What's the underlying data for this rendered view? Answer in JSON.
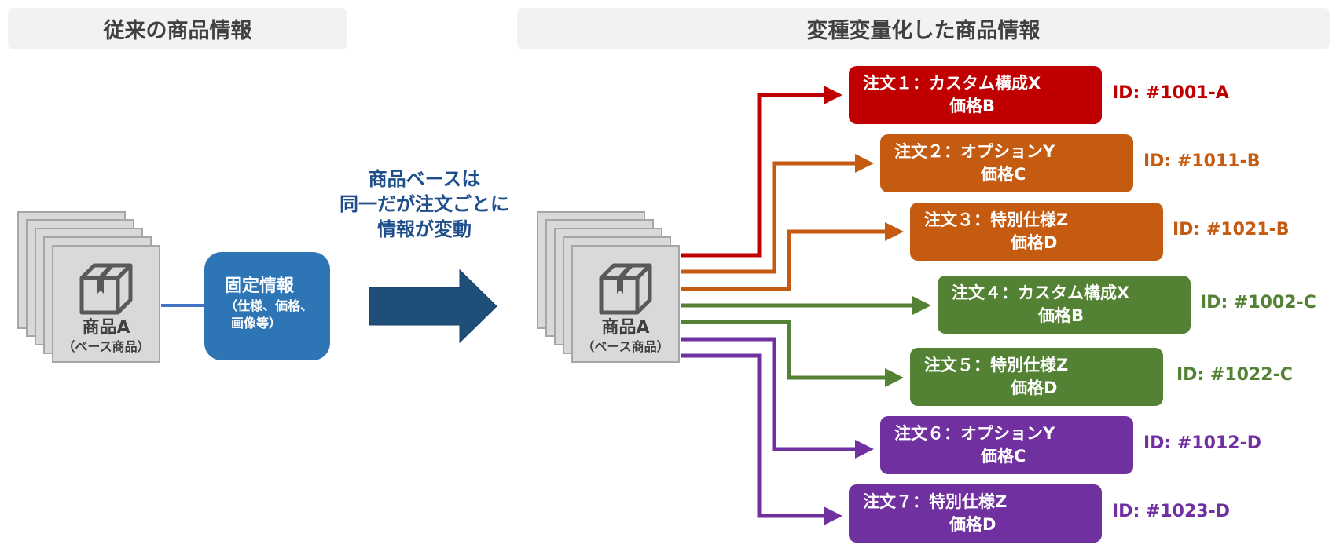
{
  "headers": {
    "left": "従来の商品情報",
    "right": "変種変量化した商品情報"
  },
  "left_product": {
    "icon": "box-icon",
    "name": "商品A",
    "sub": "（ベース商品）"
  },
  "fixed_info": {
    "title": "固定情報",
    "sub_line1": "（仕様、価格、",
    "sub_line2": "画像等）"
  },
  "caption": {
    "line1": "商品ベースは",
    "line2": "同一だが注文ごとに",
    "line3": "情報が変動"
  },
  "right_product": {
    "icon": "box-icon",
    "name": "商品A",
    "sub": "（ベース商品）"
  },
  "colors": {
    "red": "#c00000",
    "orange": "#c55a11",
    "green": "#548235",
    "purple": "#7030a0",
    "blue": "#2e75b6",
    "dark_blue_arrow": "#1f4e79",
    "gray_card": "#d9d9d9"
  },
  "orders": [
    {
      "line1": "注文１：カスタム構成X",
      "line2": "価格B",
      "id": "ID: #1001-A",
      "color": "#c00000"
    },
    {
      "line1": "注文２：オプションY",
      "line2": "価格C",
      "id": "ID: #1011-B",
      "color": "#c55a11"
    },
    {
      "line1": "注文３：特別仕様Z",
      "line2": "価格D",
      "id": "ID: #1021-B",
      "color": "#c55a11"
    },
    {
      "line1": "注文４：カスタム構成X",
      "line2": "価格B",
      "id": "ID: #1002-C",
      "color": "#548235"
    },
    {
      "line1": "注文５：特別仕様Z",
      "line2": "価格D",
      "id": "ID: #1022-C",
      "color": "#548235"
    },
    {
      "line1": "注文６：オプションY",
      "line2": "価格C",
      "id": "ID: #1012-D",
      "color": "#7030a0"
    },
    {
      "line1": "注文７：特別仕様Z",
      "line2": "価格D",
      "id": "ID: #1023-D",
      "color": "#7030a0"
    }
  ]
}
